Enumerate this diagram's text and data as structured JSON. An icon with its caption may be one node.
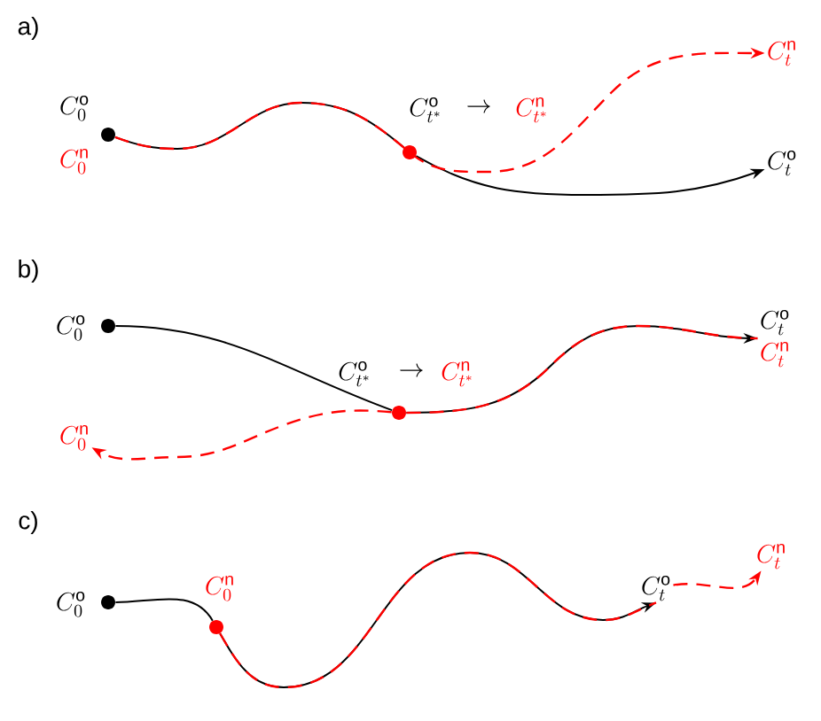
{
  "diagram": {
    "nodes": [
      {
        "text": [],
        "shape": "circle",
        "beside": [
          "C_0^{\\mathrm{o}}",
          "C_0^{\\mathrm{n}}"
        ]
      },
      {
        "text": [],
        "shape": "circle",
        "beside": [
          "C_{t^*}^{\\mathrm{o}}",
          "\\to",
          "C_{t^*}^{\\mathrm{n}}"
        ]
      },
      {
        "text": [
          "C_t^{\\mathrm{o}}"
        ]
      },
      {
        "text": [
          "C_t^{\\mathrm{n}}"
        ]
      },
      {
        "text": [],
        "shape": "circle",
        "beside": [
          "C_0^{\\mathrm{o}}"
        ]
      },
      {
        "text": [],
        "shape": "circle",
        "beside": [
          "C_{t^*}^{\\mathrm{o}}",
          "\\to",
          "C_{t^*}^{\\mathrm{n}}"
        ]
      },
      {
        "text": [
          "C_t^{\\mathrm{o}}",
          "C_t^{\\mathrm{n}}"
        ]
      },
      {
        "text": [
          "C_0^{\\mathrm{n}}"
        ]
      },
      {
        "text": [],
        "shape": "circle",
        "beside": [
          "C_0^{\\mathrm{o}}"
        ]
      },
      {
        "text": [],
        "shape": "circle",
        "beside": [
          "C_0^{\\mathrm{n}}"
        ]
      },
      {
        "text": [
          "C_t^{\\mathrm{o}}"
        ]
      },
      {
        "text": [
          "C_t^{\\mathrm{n}}"
        ]
      }
    ],
    "edges": [
      {
        "from": 0,
        "to": 1,
        "arrow": "none"
      },
      {
        "from": 1,
        "to": 2,
        "arrow": "to"
      },
      {
        "from": 0,
        "to": 3,
        "arrow": "to",
        "style": "dashed",
        "color": "#ff0000"
      },
      {
        "from": 4,
        "to": 5,
        "arrow": "none"
      },
      {
        "from": 5,
        "to": 6,
        "arrow": "to"
      },
      {
        "from": 5,
        "to": 6,
        "arrow": "none",
        "style": "dashed",
        "color": "#ff0000"
      },
      {
        "from": 5,
        "to": 7,
        "arrow": "to",
        "style": "dashed",
        "color": "#ff0000"
      },
      {
        "from": 8,
        "to": 9,
        "arrow": "none"
      },
      {
        "from": 9,
        "to": 10,
        "arrow": "to"
      },
      {
        "from": 9,
        "to": 10,
        "arrow": "none",
        "style": "dashed",
        "color": "#ff0000"
      },
      {
        "from": 10,
        "to": 11,
        "arrow": "to",
        "style": "dashed",
        "color": "#ff0000"
      }
    ],
    "labels": [
      "a)",
      "b)",
      "c)"
    ]
  }
}
